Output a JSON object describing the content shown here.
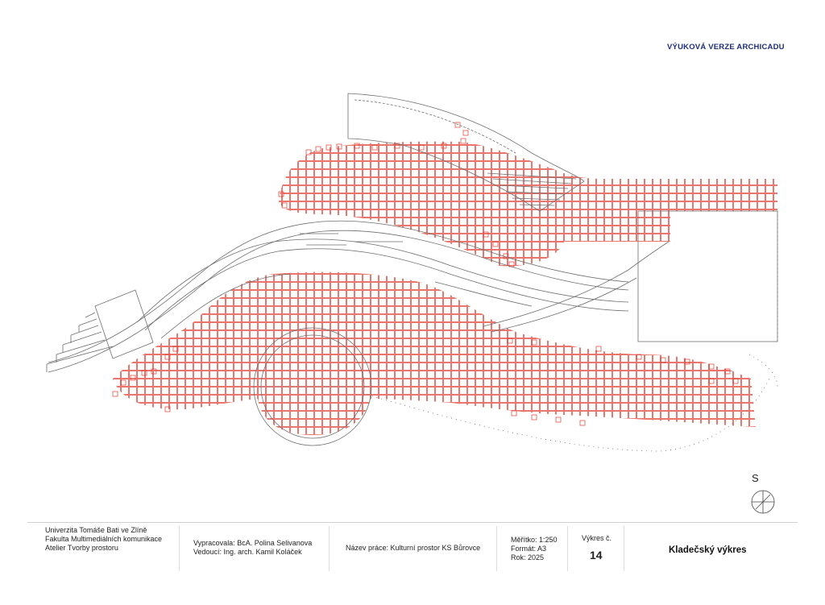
{
  "watermark": "VÝUKOVÁ VERZE ARCHICADU",
  "north": {
    "label": "S",
    "icon": "north-arrow-icon"
  },
  "titleblock": {
    "university": [
      "Univerzita Tomáše Bati ve Zlíně",
      "Fakulta Multimediálních komunikace",
      "Atelier Tvorby prostoru"
    ],
    "authors": [
      "Vypracovala: BcA. Polina Selivanova",
      "Vedoucí: Ing. arch. Kamil Koláček"
    ],
    "project": "Název práce: Kulturní prostor KS Bůrovce",
    "meta": [
      "Měřítko: 1:250",
      "Formát: A3",
      "Rok: 2025"
    ],
    "sheet_label": "Výkres č.",
    "sheet_number": "14",
    "drawing_title": "Kladečský výkres"
  },
  "colors": {
    "paving": "#e63a2e",
    "outline": "#6e6e6e",
    "watermark": "#1f2d7a"
  }
}
